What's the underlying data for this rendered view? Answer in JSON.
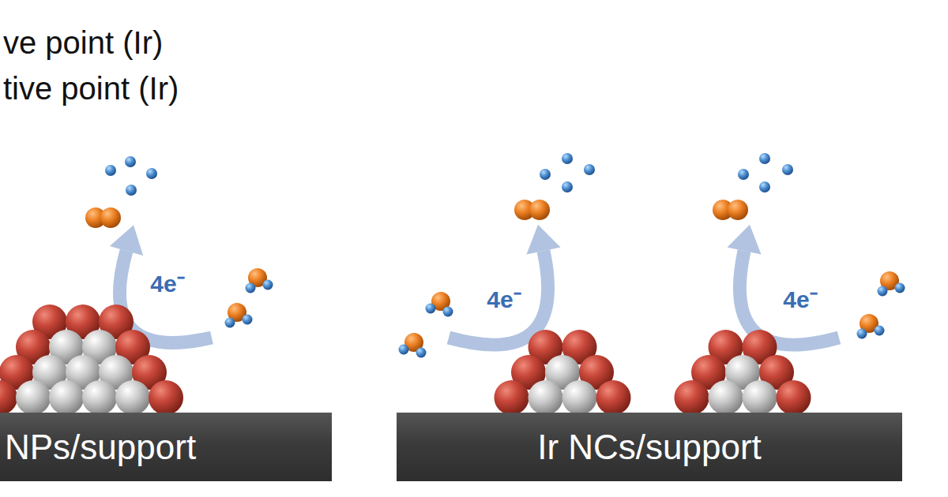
{
  "diagram": {
    "nodes": [
      {
        "text": [
          "NPs/support"
        ]
      },
      {
        "text": [
          "Ir NCs/support"
        ]
      }
    ],
    "labels": [
      "ve point (Ir)",
      "tive point (Ir)",
      "4e⁻",
      "4e⁻",
      "4e⁻"
    ]
  }
}
